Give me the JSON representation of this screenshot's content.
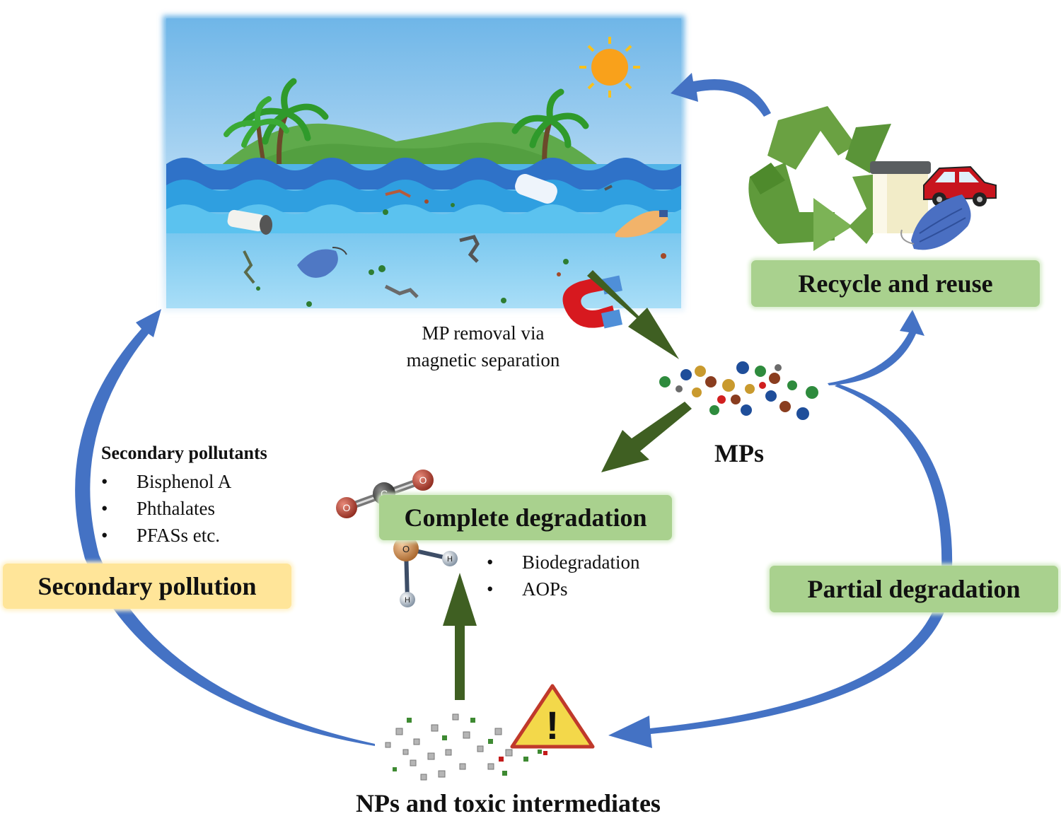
{
  "labels": {
    "recycle": "Recycle and reuse",
    "complete": "Complete degradation",
    "partial": "Partial degradation",
    "secondary": "Secondary pollution",
    "mps": "MPs",
    "nps": "NPs and toxic intermediates",
    "magnetic_line1": "MP removal via",
    "magnetic_line2": "magnetic separation"
  },
  "secondary_pollutants": {
    "title": "Secondary pollutants",
    "items": [
      "Bisphenol A",
      "Phthalates",
      "PFASs etc."
    ]
  },
  "degradation_methods": [
    "Biodegradation",
    "AOPs"
  ],
  "molecules": {
    "co2": [
      "O",
      "C",
      "O"
    ],
    "water": [
      "O",
      "H",
      "H"
    ]
  },
  "warning_symbol": "!",
  "icons": [
    "ocean-scene",
    "sun-icon",
    "palm-tree-icon",
    "recycle-icon",
    "car-icon",
    "jar-icon",
    "face-mask-icon",
    "magnet-icon",
    "warning-icon",
    "co2-molecule-icon",
    "water-molecule-icon"
  ],
  "colors": {
    "cycle_arrow": "#4472c4",
    "flow_arrow": "#3f5f22",
    "green_box": "#a9d18e",
    "yellow_box": "#ffe599"
  }
}
